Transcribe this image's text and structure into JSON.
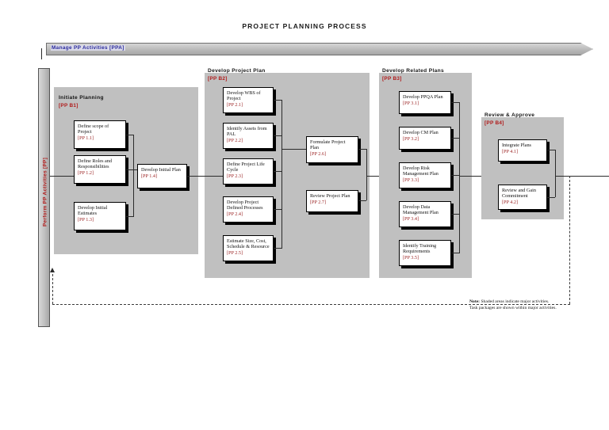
{
  "page": {
    "title": "PROJECT PLANNING PROCESS"
  },
  "banner": {
    "label": "Manage PP Activities [PPA]"
  },
  "lane": {
    "label": "Perform PP Activities [PP]"
  },
  "groups": [
    {
      "id": "b1",
      "title": "Initiate Planning",
      "code": "[PP B1]"
    },
    {
      "id": "b2",
      "title": "Develop Project Plan",
      "code": "[PP B2]"
    },
    {
      "id": "b3",
      "title": "Develop Related Plans",
      "code": "[PP B3]"
    },
    {
      "id": "b4",
      "title": "Review & Approve",
      "code": "[PP B4]"
    }
  ],
  "tasks": {
    "b1": [
      {
        "title": "Define scope of Project",
        "code": "[PP 1.1]"
      },
      {
        "title": "Define Roles and Responsibilities",
        "code": "[PP 1.2]"
      },
      {
        "title": "Develop Initial Estimates",
        "code": "[PP 1.3]"
      },
      {
        "title": "Develop Initial Plan",
        "code": "[PP 1.4]"
      }
    ],
    "b2": [
      {
        "title": "Develop WBS of Project",
        "code": "[PP 2.1]"
      },
      {
        "title": "Identify Assets from PAL",
        "code": "[PP 2.2]"
      },
      {
        "title": "Define Project Life Cycle",
        "code": "[PP 2.3]"
      },
      {
        "title": "Develop Project Defined Processes",
        "code": "[PP 2.4]"
      },
      {
        "title": "Estimate Size, Cost, Schedule & Resource",
        "code": "[PP 2.5]"
      },
      {
        "title": "Formulate Project Plan",
        "code": "[PP 2.6]"
      },
      {
        "title": "Review Project Plan",
        "code": "[PP 2.7]"
      }
    ],
    "b3": [
      {
        "title": "Develop PPQA Plan",
        "code": "[PP 3.1]"
      },
      {
        "title": "Develop CM Plan",
        "code": "[PP 3.2]"
      },
      {
        "title": "Develop Risk Management Plan",
        "code": "[PP 3.3]"
      },
      {
        "title": "Develop Data Management Plan",
        "code": "[PP 3.4]"
      },
      {
        "title": "Identify Training Requirements",
        "code": "[PP 3.5]"
      }
    ],
    "b4": [
      {
        "title": "Integrate Plans",
        "code": "[PP 4.1]"
      },
      {
        "title": "Review and Gain Commitment",
        "code": "[PP 4.2]"
      }
    ]
  },
  "note": {
    "label": "Note:",
    "line1": " Shaded areas indicate major activities.",
    "line2": "Task packages are shown within major activities."
  },
  "colors": {
    "code_red": "#9c2424",
    "group_code_red": "#b01a1a",
    "banner_blue": "#2a2a9c",
    "shade_gray": "#c0c0c0",
    "line": "#2b2b2b"
  }
}
